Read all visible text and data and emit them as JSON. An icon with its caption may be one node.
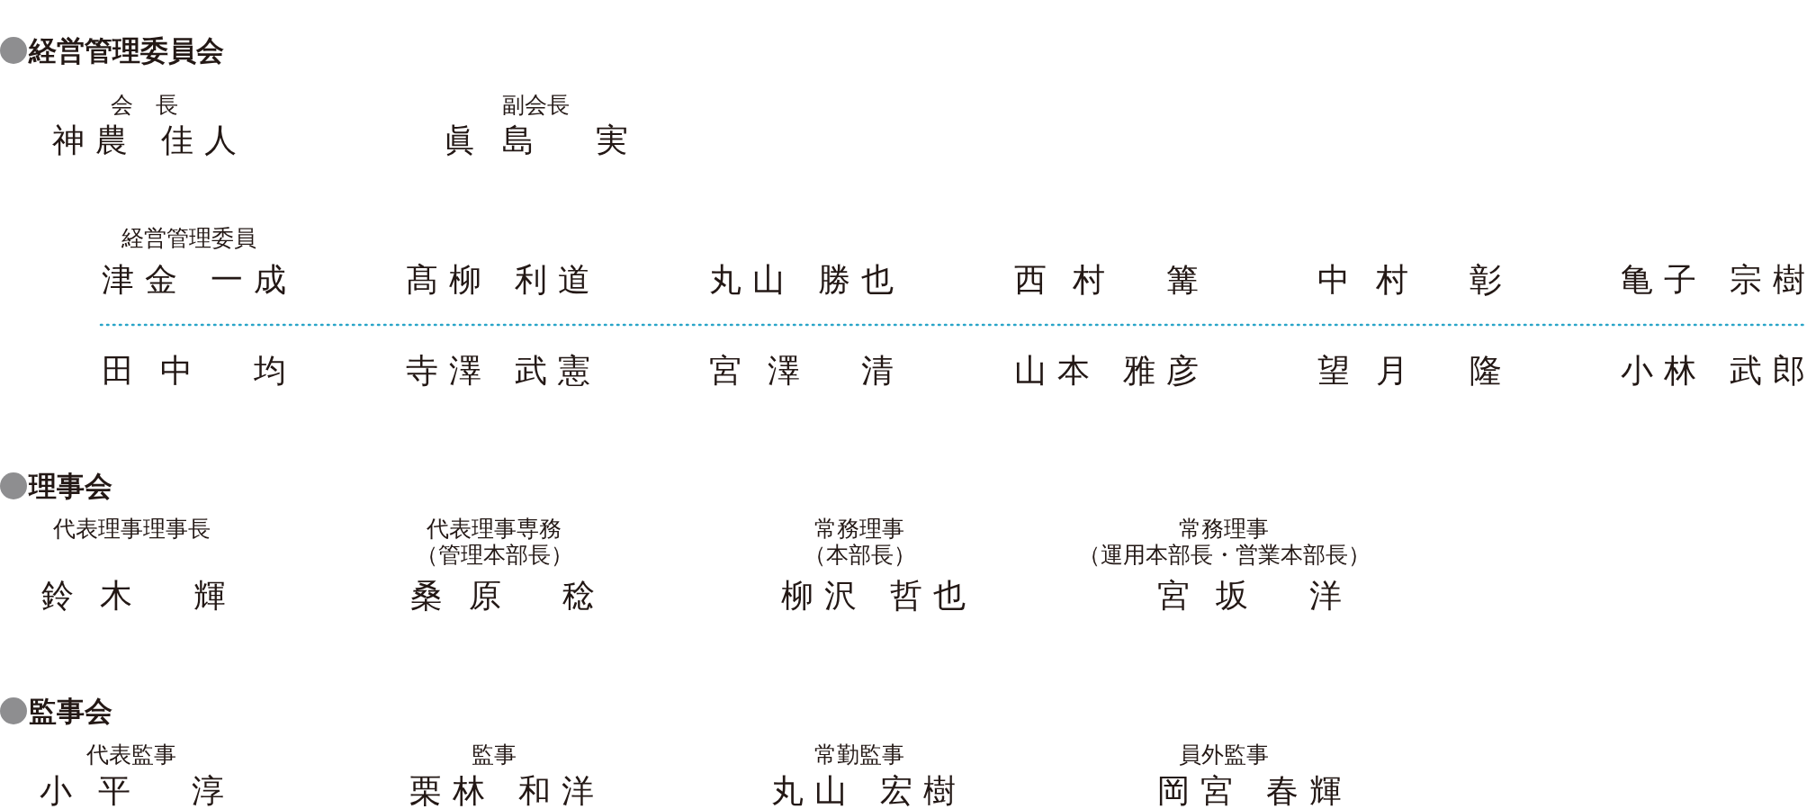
{
  "diagram": {
    "labels": [
      "経営管理委員会",
      "会　長",
      "副会長",
      "神農 佳人",
      "眞島 実",
      "経営管理委員",
      "津金 一成",
      "髙柳 利道",
      "丸山 勝也",
      "西村 篝",
      "中村 彰",
      "亀子 宗樹",
      "田中 均",
      "寺澤 武憲",
      "宮澤 清",
      "山本 雅彦",
      "望月 隆",
      "小林 武郎",
      "理事会",
      "代表理事理事長",
      "代表理事専務",
      "（管理本部長）",
      "常務理事",
      "（本部長）",
      "常務理事",
      "（運用本部長・営業本部長）",
      "鈴木 輝",
      "桑原 稔",
      "柳沢 哲也",
      "宮坂 洋",
      "監事会",
      "代表監事",
      "監事",
      "常勤監事",
      "員外監事",
      "小平 淳",
      "栗林 和洋",
      "丸山 宏樹",
      "岡宮 春輝"
    ]
  }
}
